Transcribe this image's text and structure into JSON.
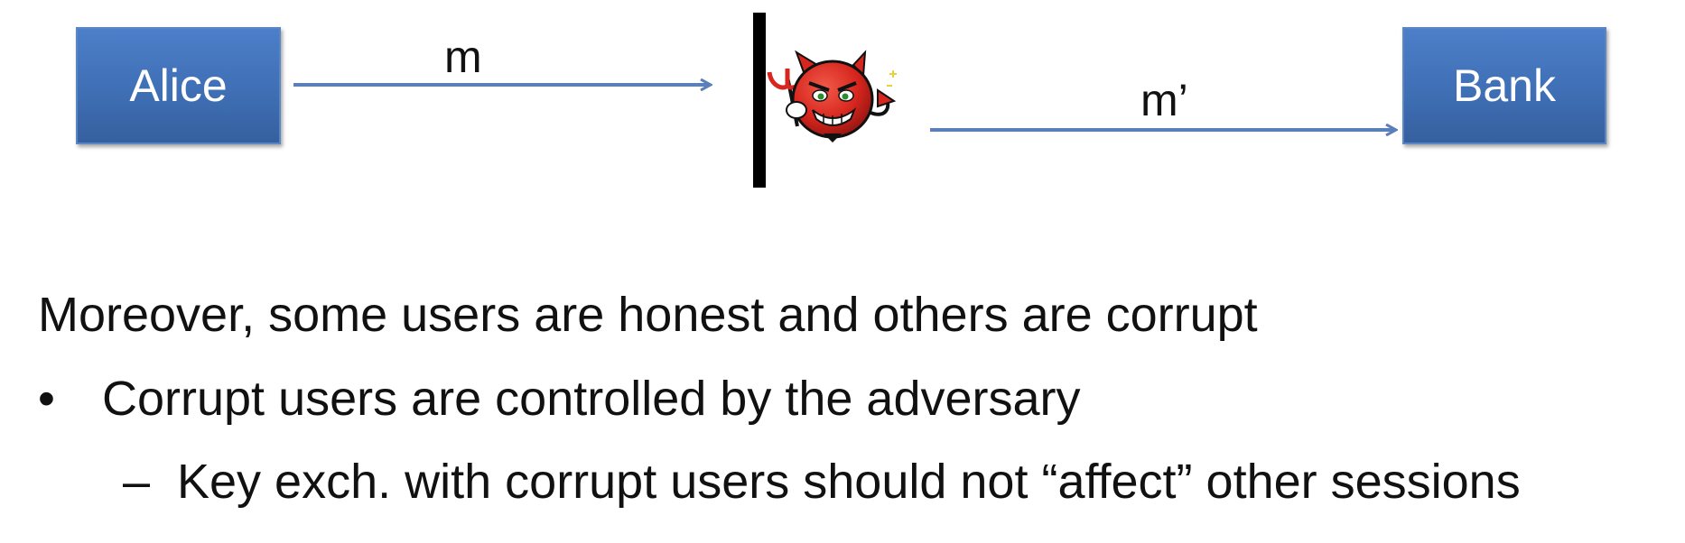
{
  "diagram": {
    "nodes": {
      "alice": "Alice",
      "bank": "Bank"
    },
    "edges": {
      "alice_to_adversary": "m",
      "adversary_to_bank": "m’"
    },
    "colors": {
      "box_fill": "#4472c4",
      "arrow": "#5b7fb8",
      "barrier": "#000000",
      "devil": "#d7261e"
    },
    "icons": {
      "adversary": "devil-icon"
    }
  },
  "text": {
    "line_1": "Moreover, some users are honest and others are corrupt",
    "bullet_1_marker": "•",
    "bullet_1": "Corrupt users are controlled by the adversary",
    "sub_bullet_marker": "–",
    "sub_bullet_1": "Key exch. with corrupt users should not “affect” other sessions"
  }
}
